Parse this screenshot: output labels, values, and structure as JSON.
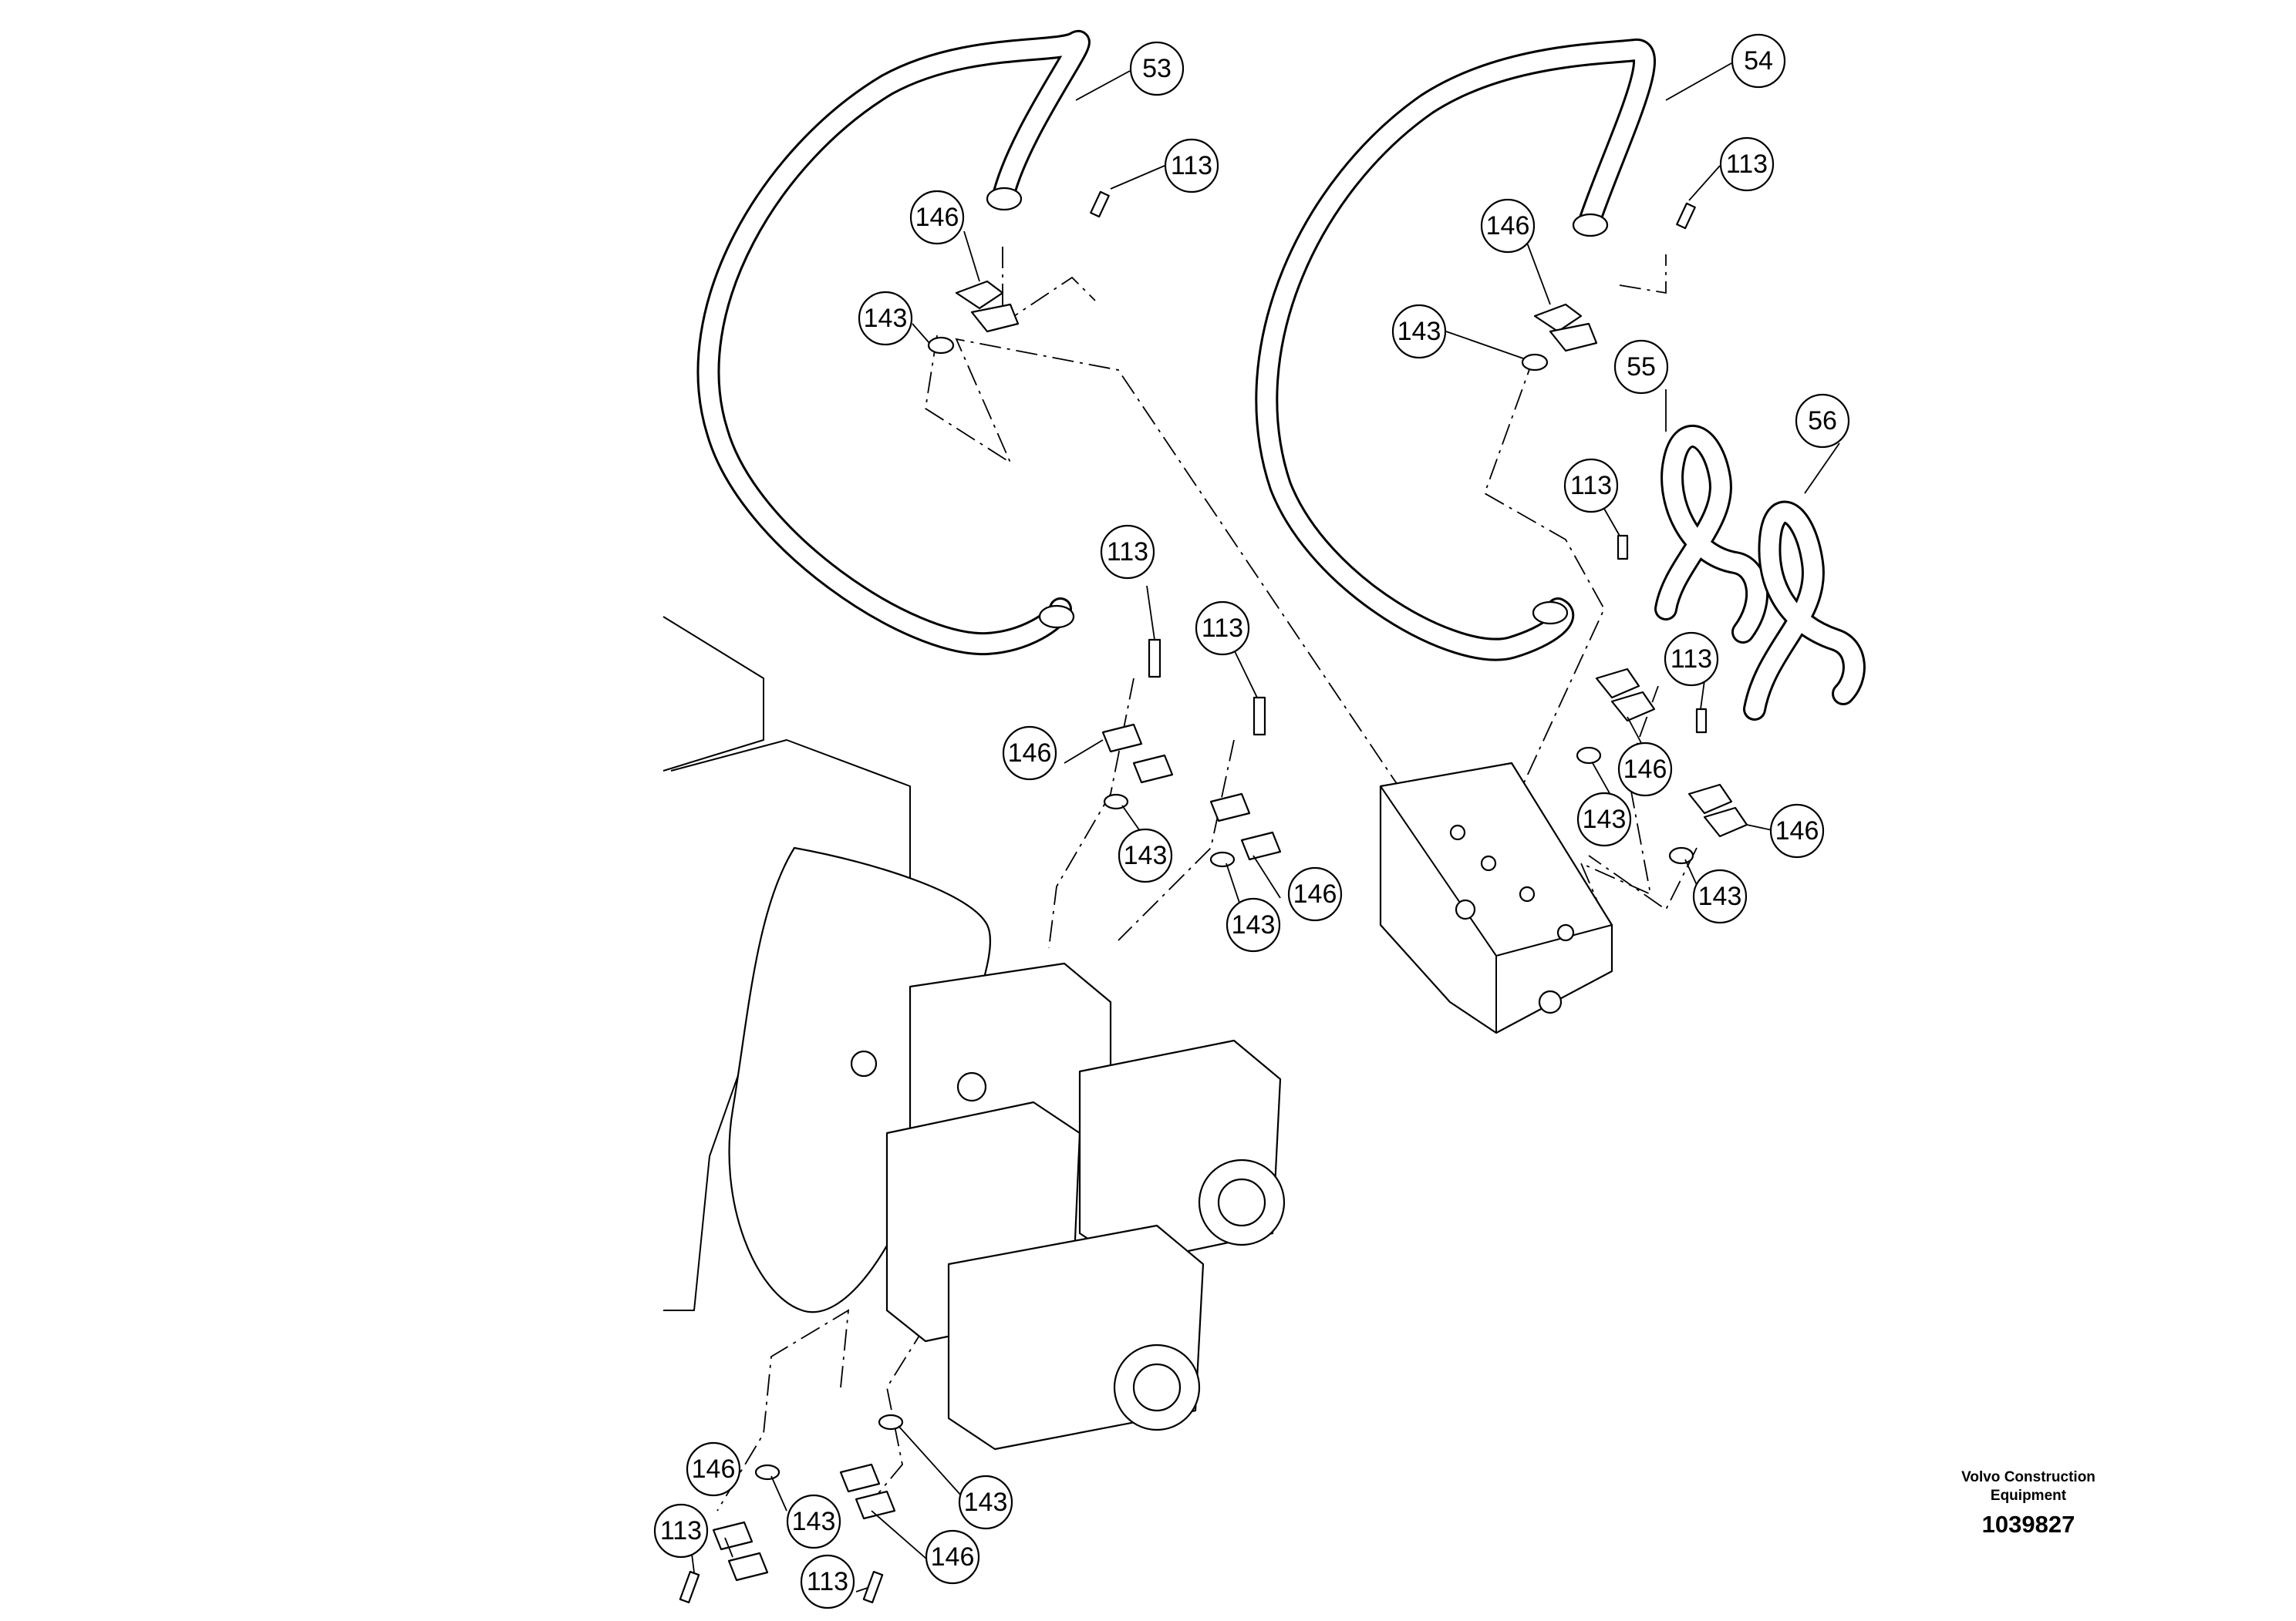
{
  "footer": {
    "brand_line1": "Volvo Construction",
    "brand_line2": "Equipment",
    "diagram_number": "1039827"
  },
  "callouts": [
    "53",
    "54",
    "113",
    "113",
    "146",
    "146",
    "143",
    "143",
    "55",
    "56",
    "113",
    "113",
    "113",
    "113",
    "146",
    "146",
    "143",
    "143",
    "146",
    "146",
    "143",
    "143",
    "143",
    "143",
    "146",
    "146",
    "113",
    "113"
  ]
}
